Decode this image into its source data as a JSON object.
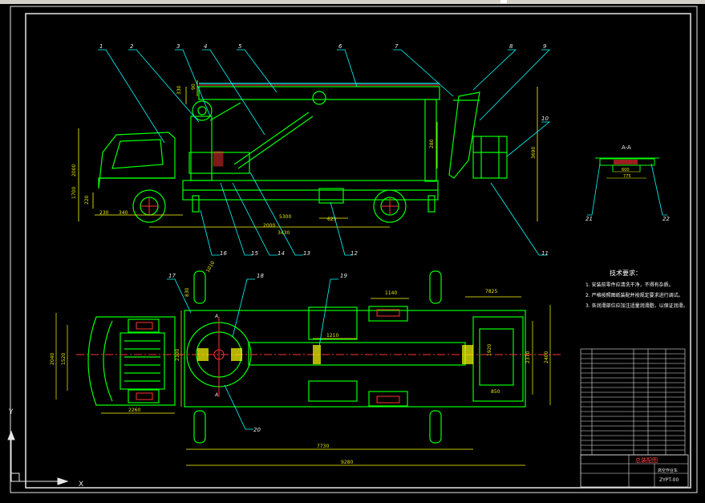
{
  "part_callouts_side": [
    "1",
    "2",
    "3",
    "4",
    "5",
    "6",
    "7",
    "8",
    "9",
    "10",
    "11",
    "12",
    "13",
    "14",
    "15",
    "16"
  ],
  "part_callouts_plan": [
    "17",
    "18",
    "19",
    "20"
  ],
  "section": {
    "title": "A-A",
    "dims": [
      "600",
      "775"
    ],
    "callouts": [
      "21",
      "22"
    ]
  },
  "section_marker": "A",
  "side_dims": [
    "330",
    "280",
    "90",
    "2000",
    "3690",
    "1700",
    "220",
    "230",
    "340",
    "5300",
    "2000",
    "625",
    "3430"
  ],
  "plan_dims": [
    "1140",
    "7825",
    "1210",
    "2370",
    "2400",
    "2040",
    "1520",
    "7730",
    "830",
    "2300",
    "2260",
    "1920",
    "9280",
    "1010",
    "850"
  ],
  "notes": {
    "heading": "技术要求：",
    "items": [
      "1. 安装前零件应清洗干净，不得有杂质。",
      "2. 严格按照图纸装配并按规定要求进行调试。",
      "3. 各润滑部位应加注适量润滑脂，以保证润滑。"
    ]
  },
  "title_block": {
    "drawing_name": "总装配图",
    "drawing_no": "ZYPT-00",
    "subtitle": "高空作业车"
  },
  "colors": {
    "background": "#000000",
    "outline": "#00ff00",
    "center": "#ff3333",
    "leader": "#00ffff",
    "dimension": "#ffff00",
    "text": "#ffffff"
  },
  "axis_labels": {
    "y": "Y",
    "x": "X"
  }
}
